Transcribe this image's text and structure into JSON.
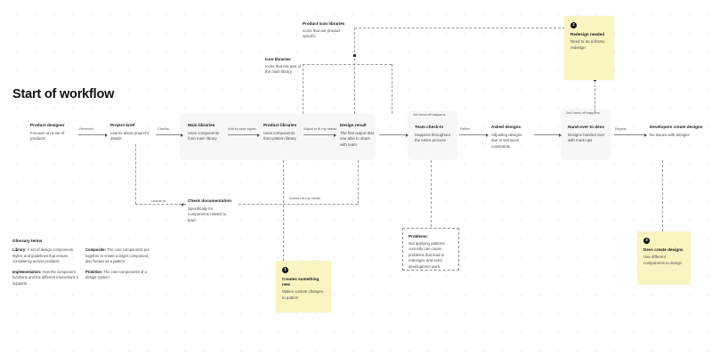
{
  "board": {
    "title": "Start of workflow"
  },
  "flow_nodes": [
    {
      "id": "product-designer",
      "title": "Product designer",
      "desc": "Focuses on a set of products"
    },
    {
      "id": "project-brief",
      "title": "Project brief",
      "desc": "Learns about project's details"
    },
    {
      "id": "main-libraries",
      "title": "Main libraries",
      "desc": "Uses components from main library"
    },
    {
      "id": "product-libraries",
      "title": "Product libraries",
      "desc": "Uses components from pattern library"
    },
    {
      "id": "design-result",
      "title": "Design result",
      "desc": "The first output that one able to share with team"
    },
    {
      "id": "team-check-in",
      "title": "Team check-in",
      "desc": "Happens throughout the entire process"
    },
    {
      "id": "asked-designs",
      "title": "Asked designs",
      "desc": "Adjusting designs due to technical constraints"
    },
    {
      "id": "hand-over-to-devs",
      "title": "Hand-over to devs",
      "desc": "Designs handed over with mark-ups"
    },
    {
      "id": "developers-create-designs",
      "title": "Developers create designs",
      "desc": "No issues with designs"
    },
    {
      "id": "check-documentation",
      "title": "Check documentation",
      "desc": "Specifically for components related to brief"
    }
  ],
  "connector_labels": [
    {
      "id": "receives",
      "text": "Receives"
    },
    {
      "id": "checks",
      "text": "Checks"
    },
    {
      "id": "add-to-case-styles",
      "text": "Add to case styles"
    },
    {
      "id": "adjust-to-fit-my-needs",
      "text": "Adjust to fit my needs"
    },
    {
      "id": "refine",
      "text": "Refine"
    },
    {
      "id": "repeat",
      "text": "Repeat"
    },
    {
      "id": "learns-to",
      "text": "Learns to"
    },
    {
      "id": "doesnt-fit-my-needs",
      "text": "Doesn't fit my needs"
    },
    {
      "id": "first-hand-off",
      "text": "1st hand-off happens"
    },
    {
      "id": "second-hand-off",
      "text": "2nd hand-off happens"
    }
  ],
  "annotations": [
    {
      "id": "product-icon-libraries",
      "title": "Product icon libraries",
      "desc": "Icons that are product specific"
    },
    {
      "id": "icon-libraries",
      "title": "Icon libraries",
      "desc": "Icons that are part of the main library"
    }
  ],
  "sticky_notes": [
    {
      "id": "creates-something-new",
      "badge": "1",
      "title": "Creates something new",
      "desc": "Makes custom changes to pattern"
    },
    {
      "id": "redesign-needed",
      "badge": "2",
      "title": "Redesign needed",
      "desc": "Need to do a library redesign"
    },
    {
      "id": "devs-create-designs",
      "badge": "3",
      "title": "Devs create designs",
      "desc": "Use different components to design"
    }
  ],
  "problem_box": {
    "title": "Problems:",
    "desc": "Not applying patterns correctly can cause problems that lead to redesigns and extra development work."
  },
  "glossary": {
    "title": "Glossary terms",
    "items": [
      {
        "term": "Library:",
        "definition": " A set of design components, styles, and guidelines that ensure consistency across products."
      },
      {
        "term": "Composite:",
        "definition": " The core components put together to create a larger component, also known as a pattern."
      },
      {
        "term": "Implementation:",
        "definition": " How the component functions and the different interactions it supports."
      },
      {
        "term": "Primitive:",
        "definition": " The core components of a design system."
      }
    ]
  },
  "colors": {
    "sticky": "#faf4c0",
    "band": "#f7f7f7",
    "text": "#141414",
    "muted": "#4a4a4a",
    "connector": "#8a8a8a"
  }
}
